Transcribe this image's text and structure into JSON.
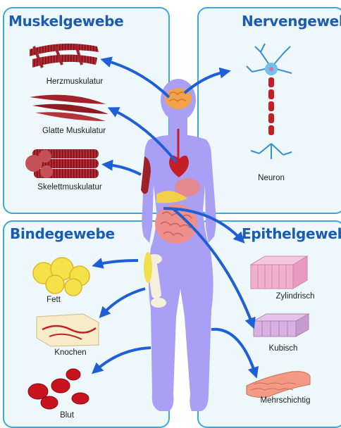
{
  "panels": {
    "muskel": {
      "title": "Muskelgewebe",
      "items": [
        "Herzmuskulatur",
        "Glatte Muskulatur",
        "Skelettmuskulatur"
      ]
    },
    "nerven": {
      "title": "Nervengewebe",
      "items": [
        "Neuron"
      ]
    },
    "binde": {
      "title": "Bindegewebe",
      "items": [
        "Fett",
        "Knochen",
        "Blut"
      ]
    },
    "epithel": {
      "title": "Epithelgewebe",
      "items": [
        "Zylindrisch",
        "Kubisch",
        "Mehrschichtig"
      ]
    }
  },
  "colors": {
    "panel_border": "#3fa7dc",
    "panel_fill": "#eef8fb",
    "title": "#1a5cb0",
    "arrow": "#1f5fd6",
    "body": "#a99ff5",
    "muscle": "#a3212a"
  }
}
